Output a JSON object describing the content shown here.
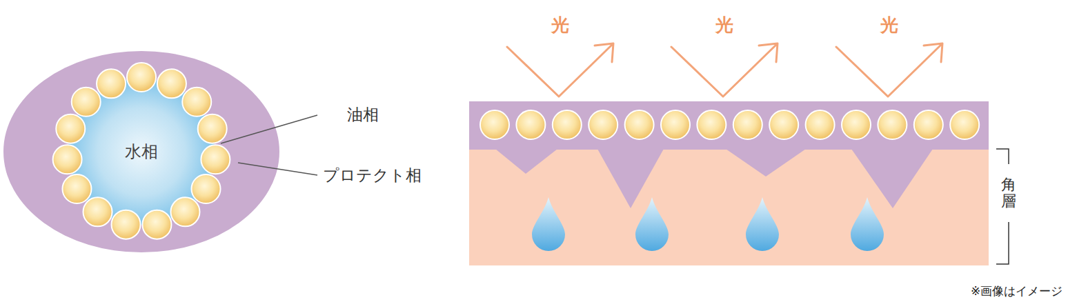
{
  "diagram": {
    "nodes": [
      {
        "text": [
          "水相"
        ]
      }
    ],
    "labels": [
      "油相",
      "プロテクト相",
      "光",
      "光",
      "光",
      "角層",
      "※画像はイメージ"
    ]
  }
}
